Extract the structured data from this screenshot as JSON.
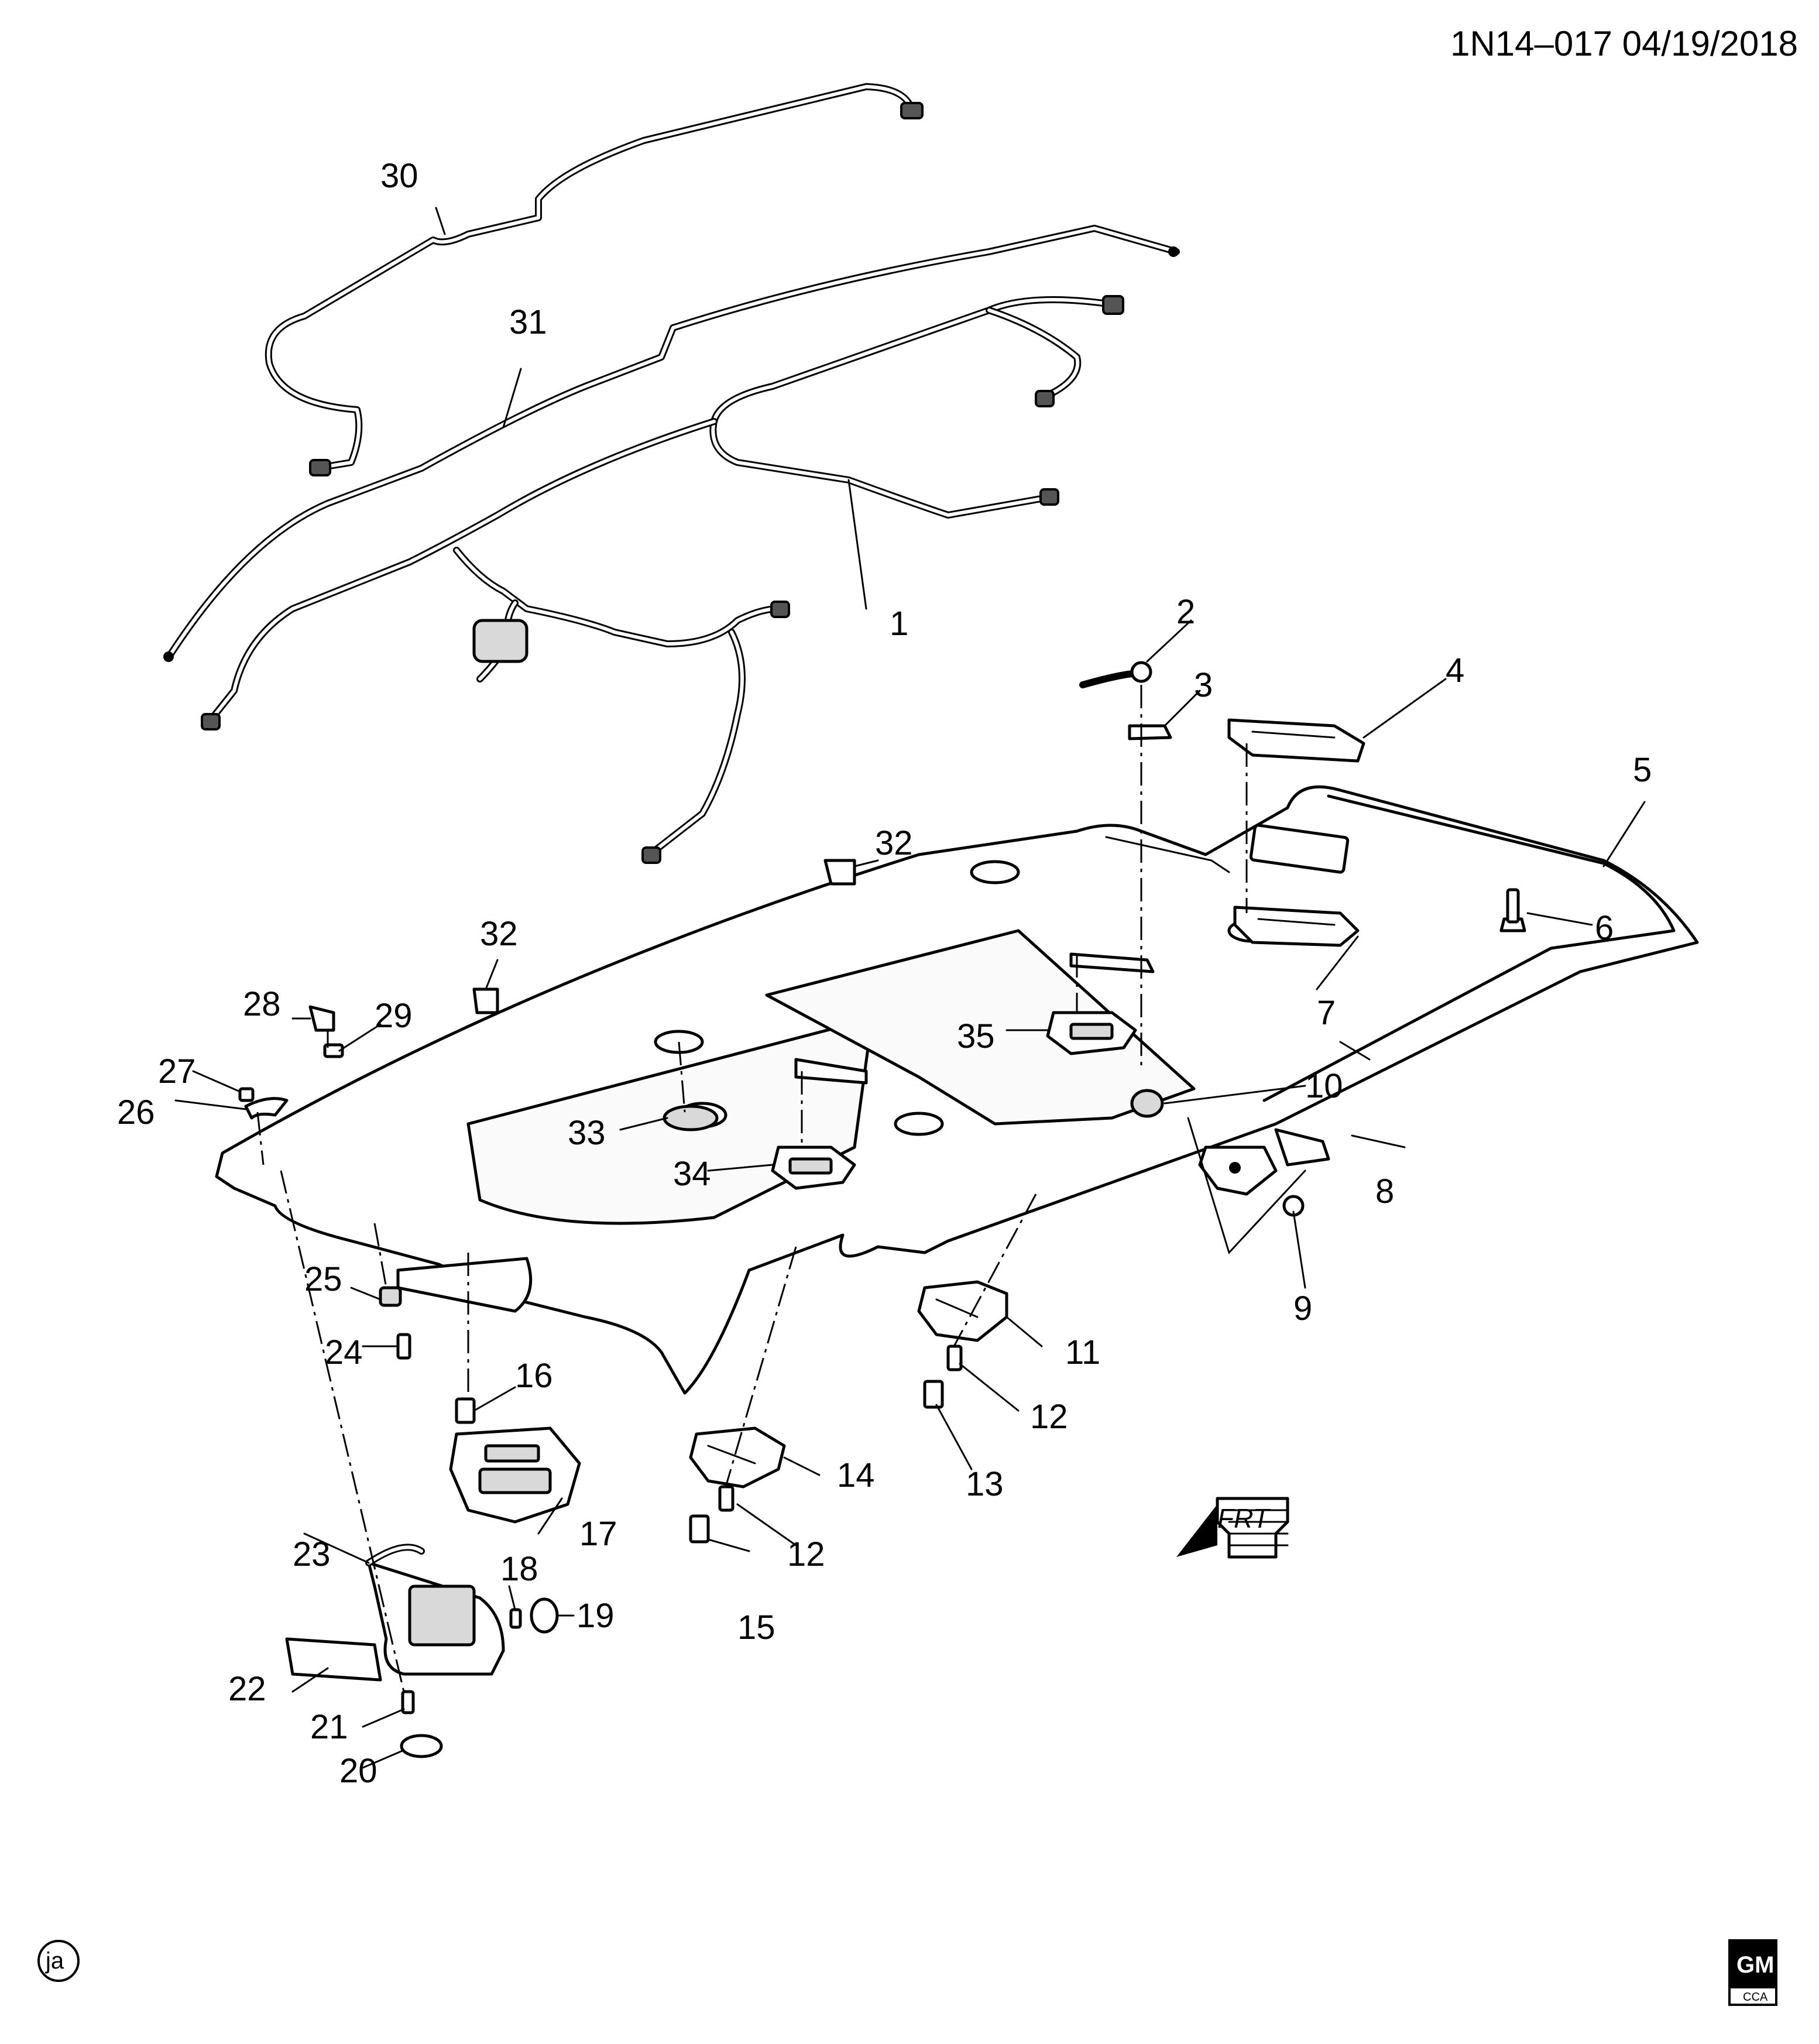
{
  "header": {
    "code": "1N14–017  04/19/2018"
  },
  "callouts": [
    {
      "id": "c1",
      "label": "1"
    },
    {
      "id": "c2",
      "label": "2"
    },
    {
      "id": "c3",
      "label": "3"
    },
    {
      "id": "c4",
      "label": "4"
    },
    {
      "id": "c5",
      "label": "5"
    },
    {
      "id": "c6",
      "label": "6"
    },
    {
      "id": "c7",
      "label": "7"
    },
    {
      "id": "c8",
      "label": "8"
    },
    {
      "id": "c9",
      "label": "9"
    },
    {
      "id": "c10",
      "label": "10"
    },
    {
      "id": "c11",
      "label": "11"
    },
    {
      "id": "c12a",
      "label": "12"
    },
    {
      "id": "c12b",
      "label": "12"
    },
    {
      "id": "c13",
      "label": "13"
    },
    {
      "id": "c14",
      "label": "14"
    },
    {
      "id": "c15",
      "label": "15"
    },
    {
      "id": "c16",
      "label": "16"
    },
    {
      "id": "c17",
      "label": "17"
    },
    {
      "id": "c18",
      "label": "18"
    },
    {
      "id": "c19",
      "label": "19"
    },
    {
      "id": "c20",
      "label": "20"
    },
    {
      "id": "c21",
      "label": "21"
    },
    {
      "id": "c22",
      "label": "22"
    },
    {
      "id": "c23",
      "label": "23"
    },
    {
      "id": "c24",
      "label": "24"
    },
    {
      "id": "c25",
      "label": "25"
    },
    {
      "id": "c26",
      "label": "26"
    },
    {
      "id": "c27",
      "label": "27"
    },
    {
      "id": "c28",
      "label": "28"
    },
    {
      "id": "c29",
      "label": "29"
    },
    {
      "id": "c30",
      "label": "30"
    },
    {
      "id": "c31",
      "label": "31"
    },
    {
      "id": "c32a",
      "label": "32"
    },
    {
      "id": "c32b",
      "label": "32"
    },
    {
      "id": "c33",
      "label": "33"
    },
    {
      "id": "c34",
      "label": "34"
    },
    {
      "id": "c35",
      "label": "35"
    }
  ],
  "front_indicator": {
    "text": "FRT"
  },
  "footer": {
    "illustrator_initials": "ja",
    "logo_text": "GM",
    "logo_subtext": "CCA"
  }
}
